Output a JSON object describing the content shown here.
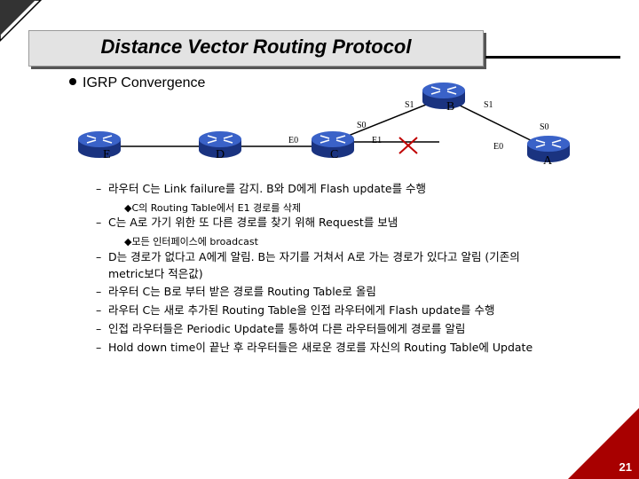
{
  "title": "Distance Vector Routing Protocol",
  "main_bullet": "IGRP Convergence",
  "diagram": {
    "routers": {
      "A": "A",
      "B": "B",
      "C": "C",
      "D": "D",
      "E": "E"
    },
    "interfaces": {
      "b_s1_left": "S1",
      "b_s1_right": "S1",
      "c_s0": "S0",
      "a_s0": "S0",
      "c_e0": "E0",
      "c_e1": "E1",
      "a_e0": "E0"
    }
  },
  "lines": [
    "라우터 C는 Link failure를 감지. B와 D에게 Flash update를 수행",
    "C는 A로 가기 위한 또 다른 경로를 찾기 위해 Request를 보냄",
    "D는 경로가 없다고 A에게 알림. B는 자기를 거쳐서 A로 가는 경로가 있다고 알림 (기존의",
    "metric보다 적은값)",
    "라우터 C는 B로 부터 받은 경로를 Routing Table로 올림",
    "라우터 C는 새로 추가된 Routing Table을 인접 라우터에게 Flash update를 수행",
    "인접 라우터들은 Periodic Update를 통하여 다른 라우터들에게 경로를 알림",
    "Hold down time이 끝난 후 라우터들은 새로운 경로를 자신의 Routing Table에 Update"
  ],
  "sublines": [
    "C의 Routing Table에서 E1 경로를 삭제",
    "모든 인터페이스에 broadcast"
  ],
  "page_number": "21",
  "colors": {
    "router": "#1f3f99",
    "failure_x": "#c00000",
    "page_tab": "#a80000"
  }
}
